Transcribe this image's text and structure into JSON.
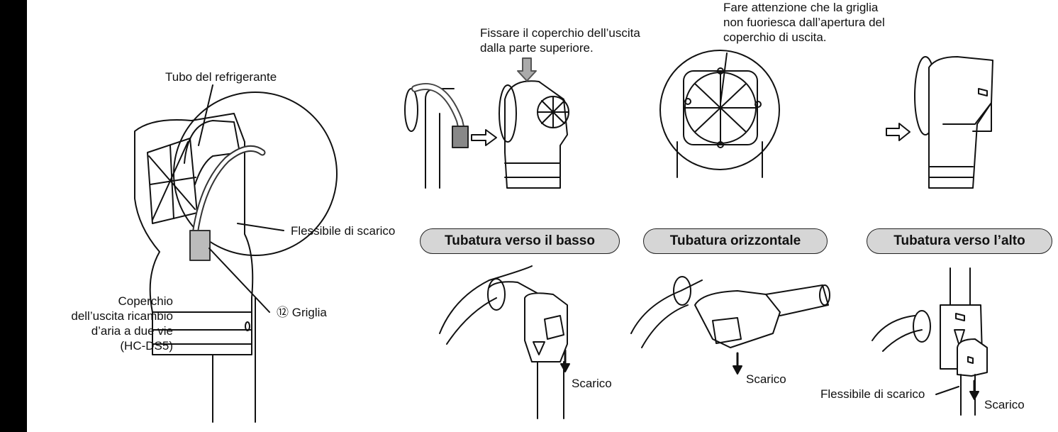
{
  "labels": {
    "refrigerant_tube": "Tubo del refrigerante",
    "drain_hose_left": "Flessibile di scarico",
    "cover_line1": "Coperchio",
    "cover_line2": "dell’uscita ricambio",
    "cover_line3": "d’aria a due vie",
    "cover_line4": "(HC-DS5)",
    "grille": "⑫ Griglia",
    "fix_cover_line1": "Fissare il coperchio dell’uscita",
    "fix_cover_line2": "dalla parte superiore.",
    "attention_line1": "Fare attenzione che la griglia",
    "attention_line2": "non fuoriesca dall’apertura del",
    "attention_line3": "coperchio di uscita.",
    "drain_1": "Scarico",
    "drain_2": "Scarico",
    "drain_3": "Scarico",
    "drain_hose_right": "Flessibile di scarico"
  },
  "pills": {
    "down": "Tubatura verso il basso",
    "horizontal": "Tubatura orizzontale",
    "up": "Tubatura verso l’alto"
  }
}
